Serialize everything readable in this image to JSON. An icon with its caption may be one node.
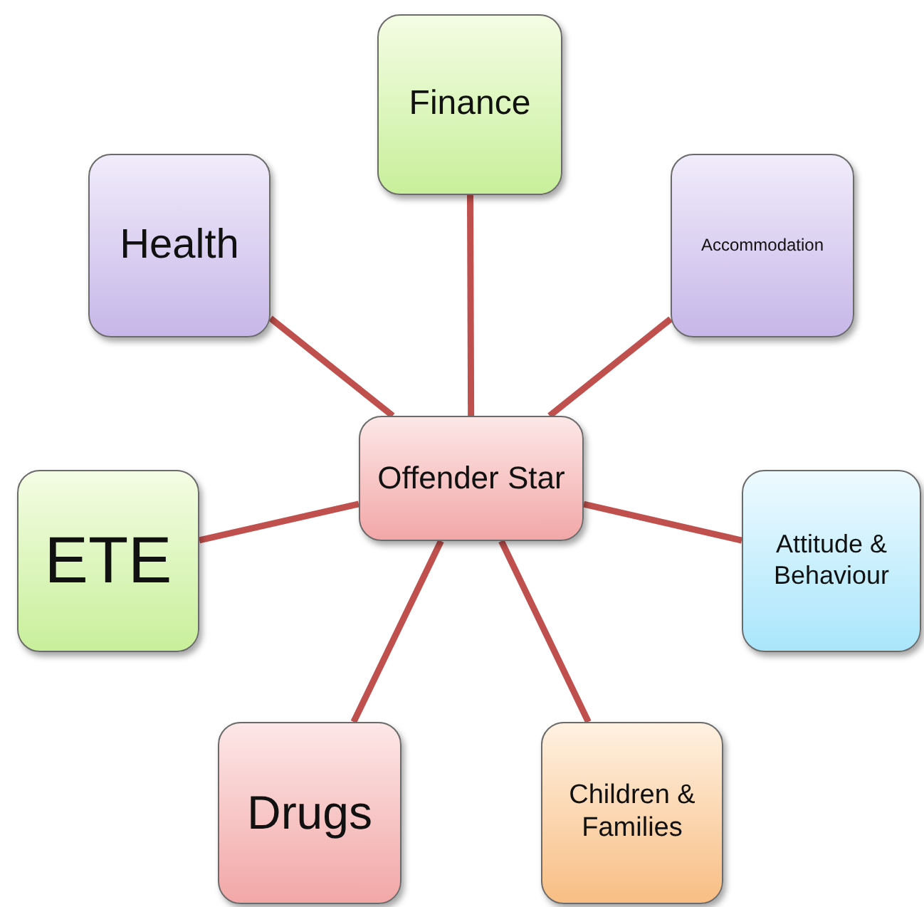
{
  "diagram": {
    "nodes": [
      {
        "text": [
          "Offender Star"
        ]
      },
      {
        "text": [
          "Finance"
        ]
      },
      {
        "text": [
          "Health"
        ]
      },
      {
        "text": [
          "Accommodation"
        ]
      },
      {
        "text": [
          "ETE"
        ]
      },
      {
        "text": [
          "Attitude & Behaviour"
        ]
      },
      {
        "text": [
          "Drugs"
        ]
      },
      {
        "text": [
          "Children & Families"
        ]
      }
    ],
    "edges": [
      {
        "from": 0,
        "to": 1,
        "arrow": "none"
      },
      {
        "from": 0,
        "to": 2,
        "arrow": "none"
      },
      {
        "from": 0,
        "to": 3,
        "arrow": "none"
      },
      {
        "from": 0,
        "to": 4,
        "arrow": "none"
      },
      {
        "from": 0,
        "to": 5,
        "arrow": "none"
      },
      {
        "from": 0,
        "to": 6,
        "arrow": "none"
      },
      {
        "from": 0,
        "to": 7,
        "arrow": "none"
      }
    ]
  }
}
